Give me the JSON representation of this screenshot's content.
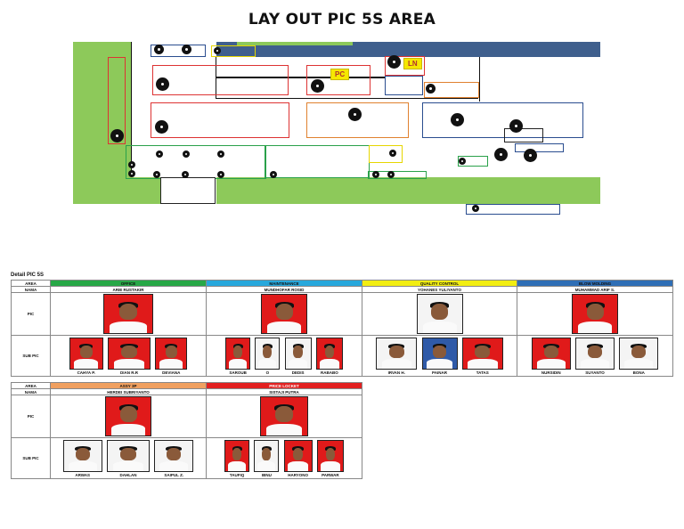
{
  "page": {
    "title": "LAY OUT PIC 5S AREA"
  },
  "map": {
    "labels": {
      "pc": "PC",
      "ln": "LN"
    }
  },
  "detail": {
    "title": "Detail PIC 5S",
    "row_labels": {
      "area": "AREA",
      "nama": "NAMA",
      "pic": "PIC",
      "sub_pic": "SUB PIC"
    },
    "table1": [
      {
        "area": "OFFICE",
        "color": "#27a847",
        "pic_name": "ARIE RUSTAKIR",
        "subs": [
          "CAHYA P.",
          "DIAN R.R",
          "DEVIANA"
        ]
      },
      {
        "area": "MAINTENANCE",
        "color": "#27a8dc",
        "pic_name": "MUNDHOFAR ROSID",
        "subs": [
          "SAROUB",
          "",
          "DEDIS",
          "RABABO"
        ]
      },
      {
        "area": "QUALITY CONTROL",
        "color": "#f2ee12",
        "pic_name": "YOHANES YULIYANTO",
        "subs": [
          "IRVAN H.",
          "PAINAR",
          "TATAS"
        ]
      },
      {
        "area": "BLOW MOLDING",
        "color": "#2f6fb6",
        "pic_name": "MUHAMMAD ARIF S.",
        "subs": [
          "NURSIDIN",
          "SUYANTO",
          "BONA"
        ]
      }
    ],
    "table2": [
      {
        "area": "ASSY 3P",
        "color": "#f0a060",
        "pic_name": "HERDEI SUBRIYANTO",
        "subs": [
          "ARWAS",
          "DAHLAN",
          "SAIPUL Z."
        ]
      },
      {
        "area": "PRICE LOCKET",
        "color": "#e22020",
        "pic_name": "SISTAJI PUTRA",
        "subs": [
          "TAUFIQ",
          "IBNU",
          "HARYONO",
          "PARWAR"
        ]
      }
    ],
    "stray_char": "O"
  }
}
